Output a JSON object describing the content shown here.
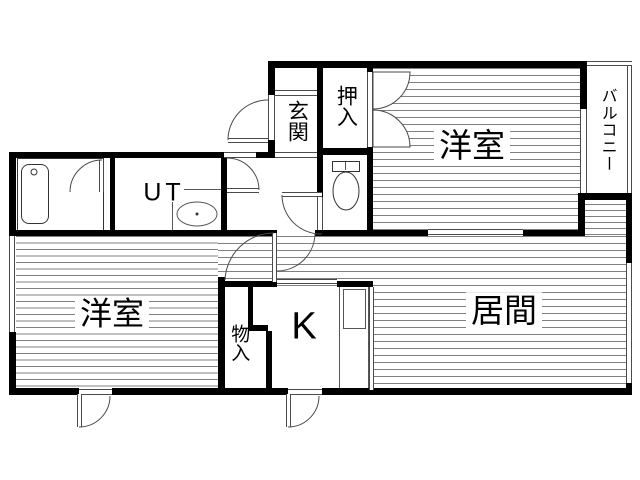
{
  "rooms": {
    "genkan": {
      "label": "玄関"
    },
    "oshiire": {
      "label": "押入"
    },
    "yoshitsu_top": {
      "label": "洋室"
    },
    "balcony": {
      "label": "バルコニー"
    },
    "ut": {
      "label": "UT"
    },
    "yoshitsu_bottom": {
      "label": "洋室"
    },
    "monoire": {
      "label": "物入"
    },
    "kitchen": {
      "label": "K"
    },
    "ima": {
      "label": "居間"
    }
  },
  "colors": {
    "wall": "#000000",
    "detail_line": "#4a4a4a",
    "floor_line": "#808080",
    "background": "#ffffff"
  }
}
